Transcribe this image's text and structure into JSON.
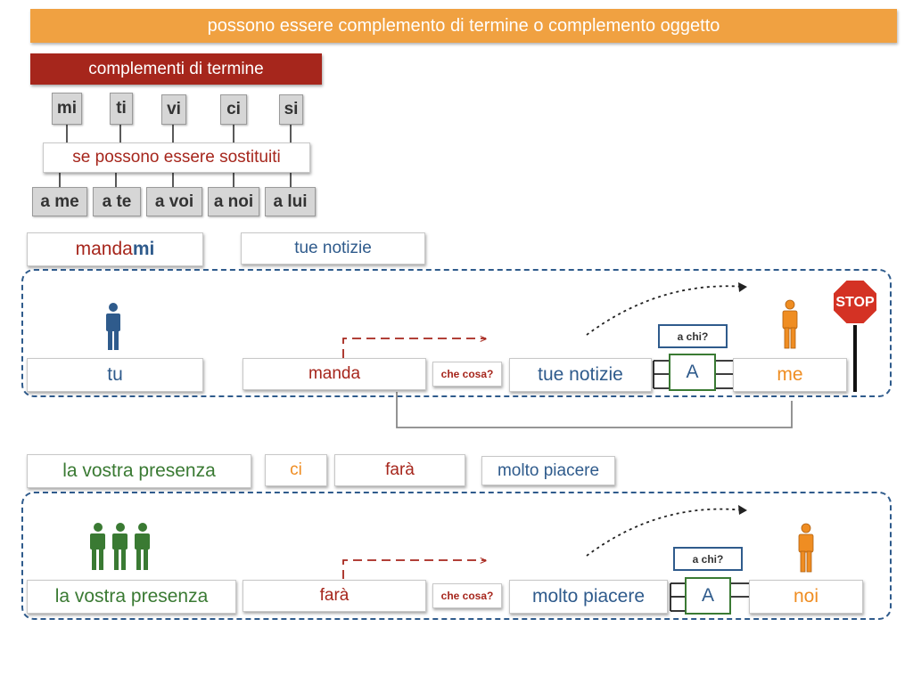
{
  "header": {
    "title": "possono essere complemento di termine o complemento oggetto"
  },
  "termine": {
    "label": "complementi di termine",
    "pronouns": [
      "mi",
      "ti",
      "vi",
      "ci",
      "si"
    ],
    "condition": "se possono essere sostituiti",
    "replacements": [
      "a me",
      "a te",
      "a voi",
      "a noi",
      "a lui"
    ]
  },
  "example1": {
    "verb_plain": "manda",
    "verb_bold": "mi",
    "object": "tue notizie",
    "subject": "tu",
    "predicate": "manda",
    "question_what": "che cosa?",
    "object_box": "tue notizie",
    "question_whom": "a chi?",
    "preposition": "A",
    "indirect": "me",
    "stop_sign": "STOP"
  },
  "example2": {
    "subject_top": "la vostra presenza",
    "pronoun": "ci",
    "verb_top": "farà",
    "object_top": "molto piacere",
    "subject": "la vostra presenza",
    "predicate": "farà",
    "question_what": "che cosa?",
    "object_box": "molto piacere",
    "question_whom": "a chi?",
    "preposition": "A",
    "indirect": "noi"
  },
  "colors": {
    "header_bg": "#f0a141",
    "label_bg": "#a6261c",
    "blue": "#2f5b8c",
    "red": "#a6261c",
    "orange": "#ef8d22",
    "green": "#3a7a33"
  }
}
